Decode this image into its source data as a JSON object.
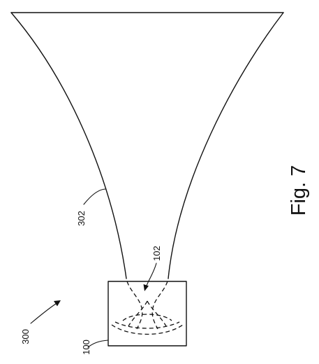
{
  "figure": {
    "caption": "Fig. 7"
  },
  "references": {
    "assembly": "300",
    "horn": "302",
    "unit": "100",
    "waveguide": "102"
  }
}
